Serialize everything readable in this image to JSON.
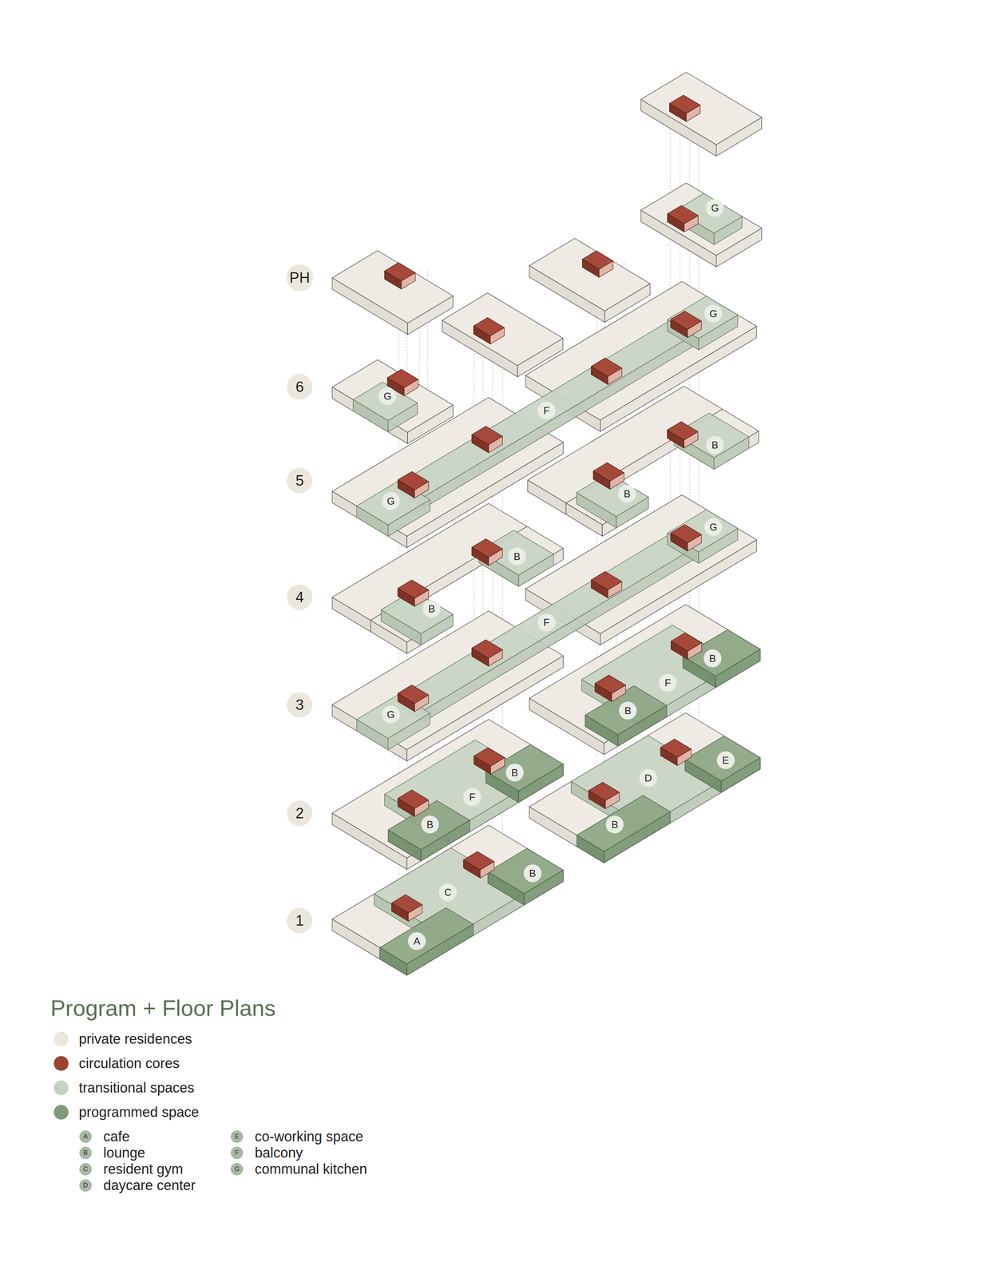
{
  "diagram": {
    "title": "Program + Floor Plans",
    "nodes": [
      {
        "text": [
          "G"
        ]
      },
      {
        "text": [
          "PH"
        ]
      },
      {
        "text": [
          "G"
        ]
      },
      {
        "text": [
          "6"
        ]
      },
      {
        "text": [
          "G"
        ]
      },
      {
        "text": [
          "F"
        ]
      },
      {
        "text": [
          "B"
        ]
      },
      {
        "text": [
          "5"
        ]
      },
      {
        "text": [
          "B"
        ]
      },
      {
        "text": [
          "G"
        ]
      },
      {
        "text": [
          "G"
        ]
      },
      {
        "text": [
          "B"
        ]
      },
      {
        "text": [
          "4"
        ]
      },
      {
        "text": [
          "B"
        ]
      },
      {
        "text": [
          "F"
        ]
      },
      {
        "text": [
          "B"
        ]
      },
      {
        "text": [
          "F"
        ]
      },
      {
        "text": [
          "3"
        ]
      },
      {
        "text": [
          "B"
        ]
      },
      {
        "text": [
          "G"
        ]
      },
      {
        "text": [
          "E"
        ]
      },
      {
        "text": [
          "B"
        ]
      },
      {
        "text": [
          "D"
        ]
      },
      {
        "text": [
          "F"
        ]
      },
      {
        "text": [
          "2"
        ]
      },
      {
        "text": [
          "B"
        ]
      },
      {
        "text": [
          "B"
        ]
      },
      {
        "text": [
          "B"
        ]
      },
      {
        "text": [
          "C"
        ]
      },
      {
        "text": [
          "1"
        ]
      },
      {
        "text": [
          "A"
        ]
      },
      {
        "text": [
          "A",
          "cafe"
        ]
      },
      {
        "text": [
          "B",
          "lounge"
        ]
      },
      {
        "text": [
          "C",
          "resident gym"
        ]
      },
      {
        "text": [
          "D",
          "daycare center"
        ]
      },
      {
        "text": [
          "E",
          "co-working space"
        ]
      },
      {
        "text": [
          "F",
          "balcony"
        ]
      },
      {
        "text": [
          "G",
          "communal kitchen"
        ]
      }
    ],
    "legend": [
      {
        "text": "private residences",
        "color": "#ebe7dc"
      },
      {
        "text": "circulation cores",
        "color": "#9c4332"
      },
      {
        "text": "transitional spaces",
        "color": "#c5d2c2"
      },
      {
        "text": "programmed space",
        "color": "#7f9c79"
      }
    ]
  }
}
